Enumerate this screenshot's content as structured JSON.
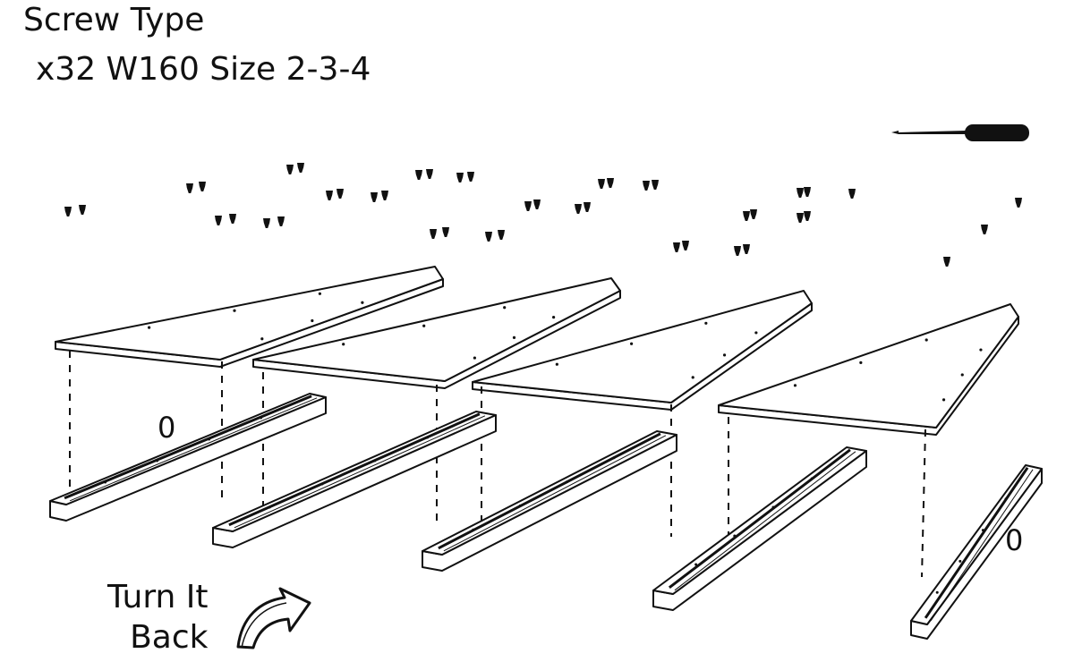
{
  "title": "Screw Type",
  "subtitle": "x32 W160 Size 2-3-4",
  "marks": {
    "left_zero": "0",
    "right_zero": "0"
  },
  "instruction": {
    "line1": "Turn It",
    "line2": "Back"
  },
  "icons": [
    "screwdriver-icon",
    "screw-icon",
    "curved-arrow-icon"
  ],
  "colors": {
    "ink": "#111111",
    "fill": "#ffffff"
  }
}
